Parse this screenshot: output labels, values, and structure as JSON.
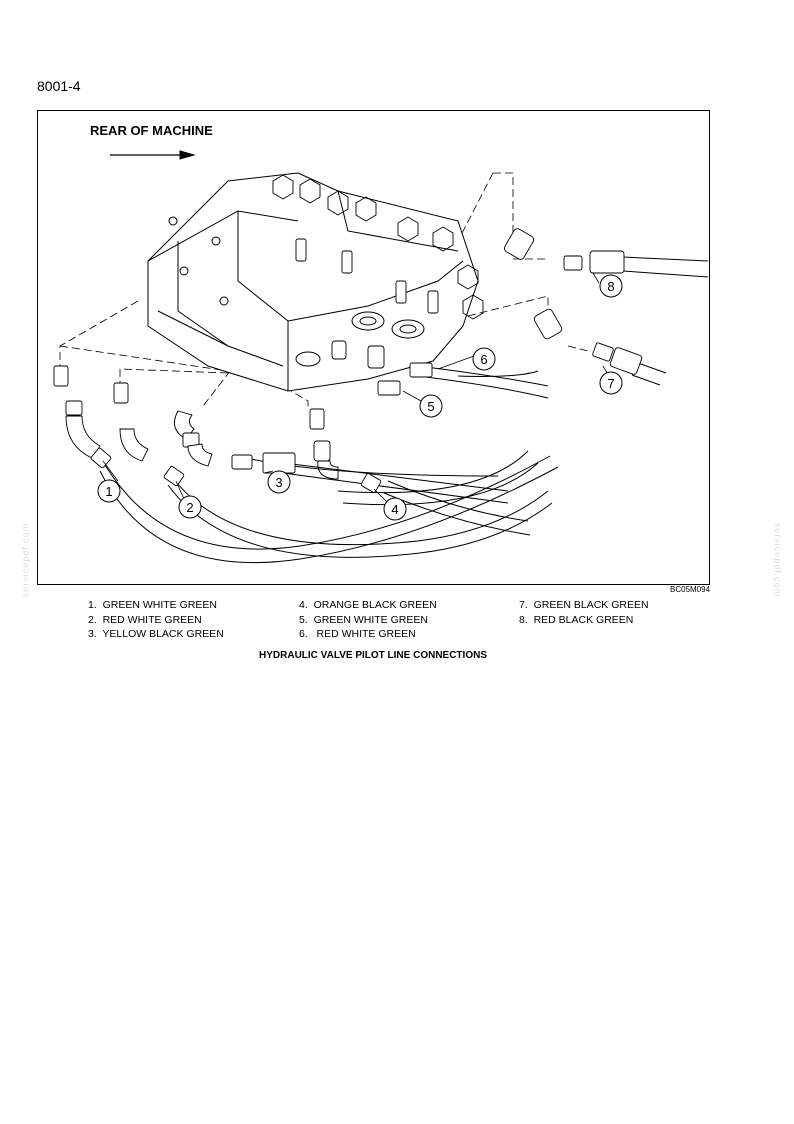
{
  "page_number": "8001-4",
  "figure": {
    "rear_label": "REAR OF MACHINE",
    "code": "BC05M094",
    "callouts": [
      "1",
      "2",
      "3",
      "4",
      "5",
      "6",
      "7",
      "8"
    ]
  },
  "legend": {
    "col1": [
      "1.  GREEN WHITE GREEN",
      "2.  RED WHITE GREEN",
      "3.  YELLOW BLACK GREEN"
    ],
    "col2": [
      "4.  ORANGE BLACK GREEN",
      "5.  GREEN WHITE GREEN",
      "6.   RED WHITE GREEN"
    ],
    "col3": [
      "7.  GREEN BLACK GREEN",
      "8.  RED BLACK GREEN"
    ]
  },
  "caption": "HYDRAULIC VALVE PILOT LINE CONNECTIONS",
  "watermark": "servicepdf.com"
}
